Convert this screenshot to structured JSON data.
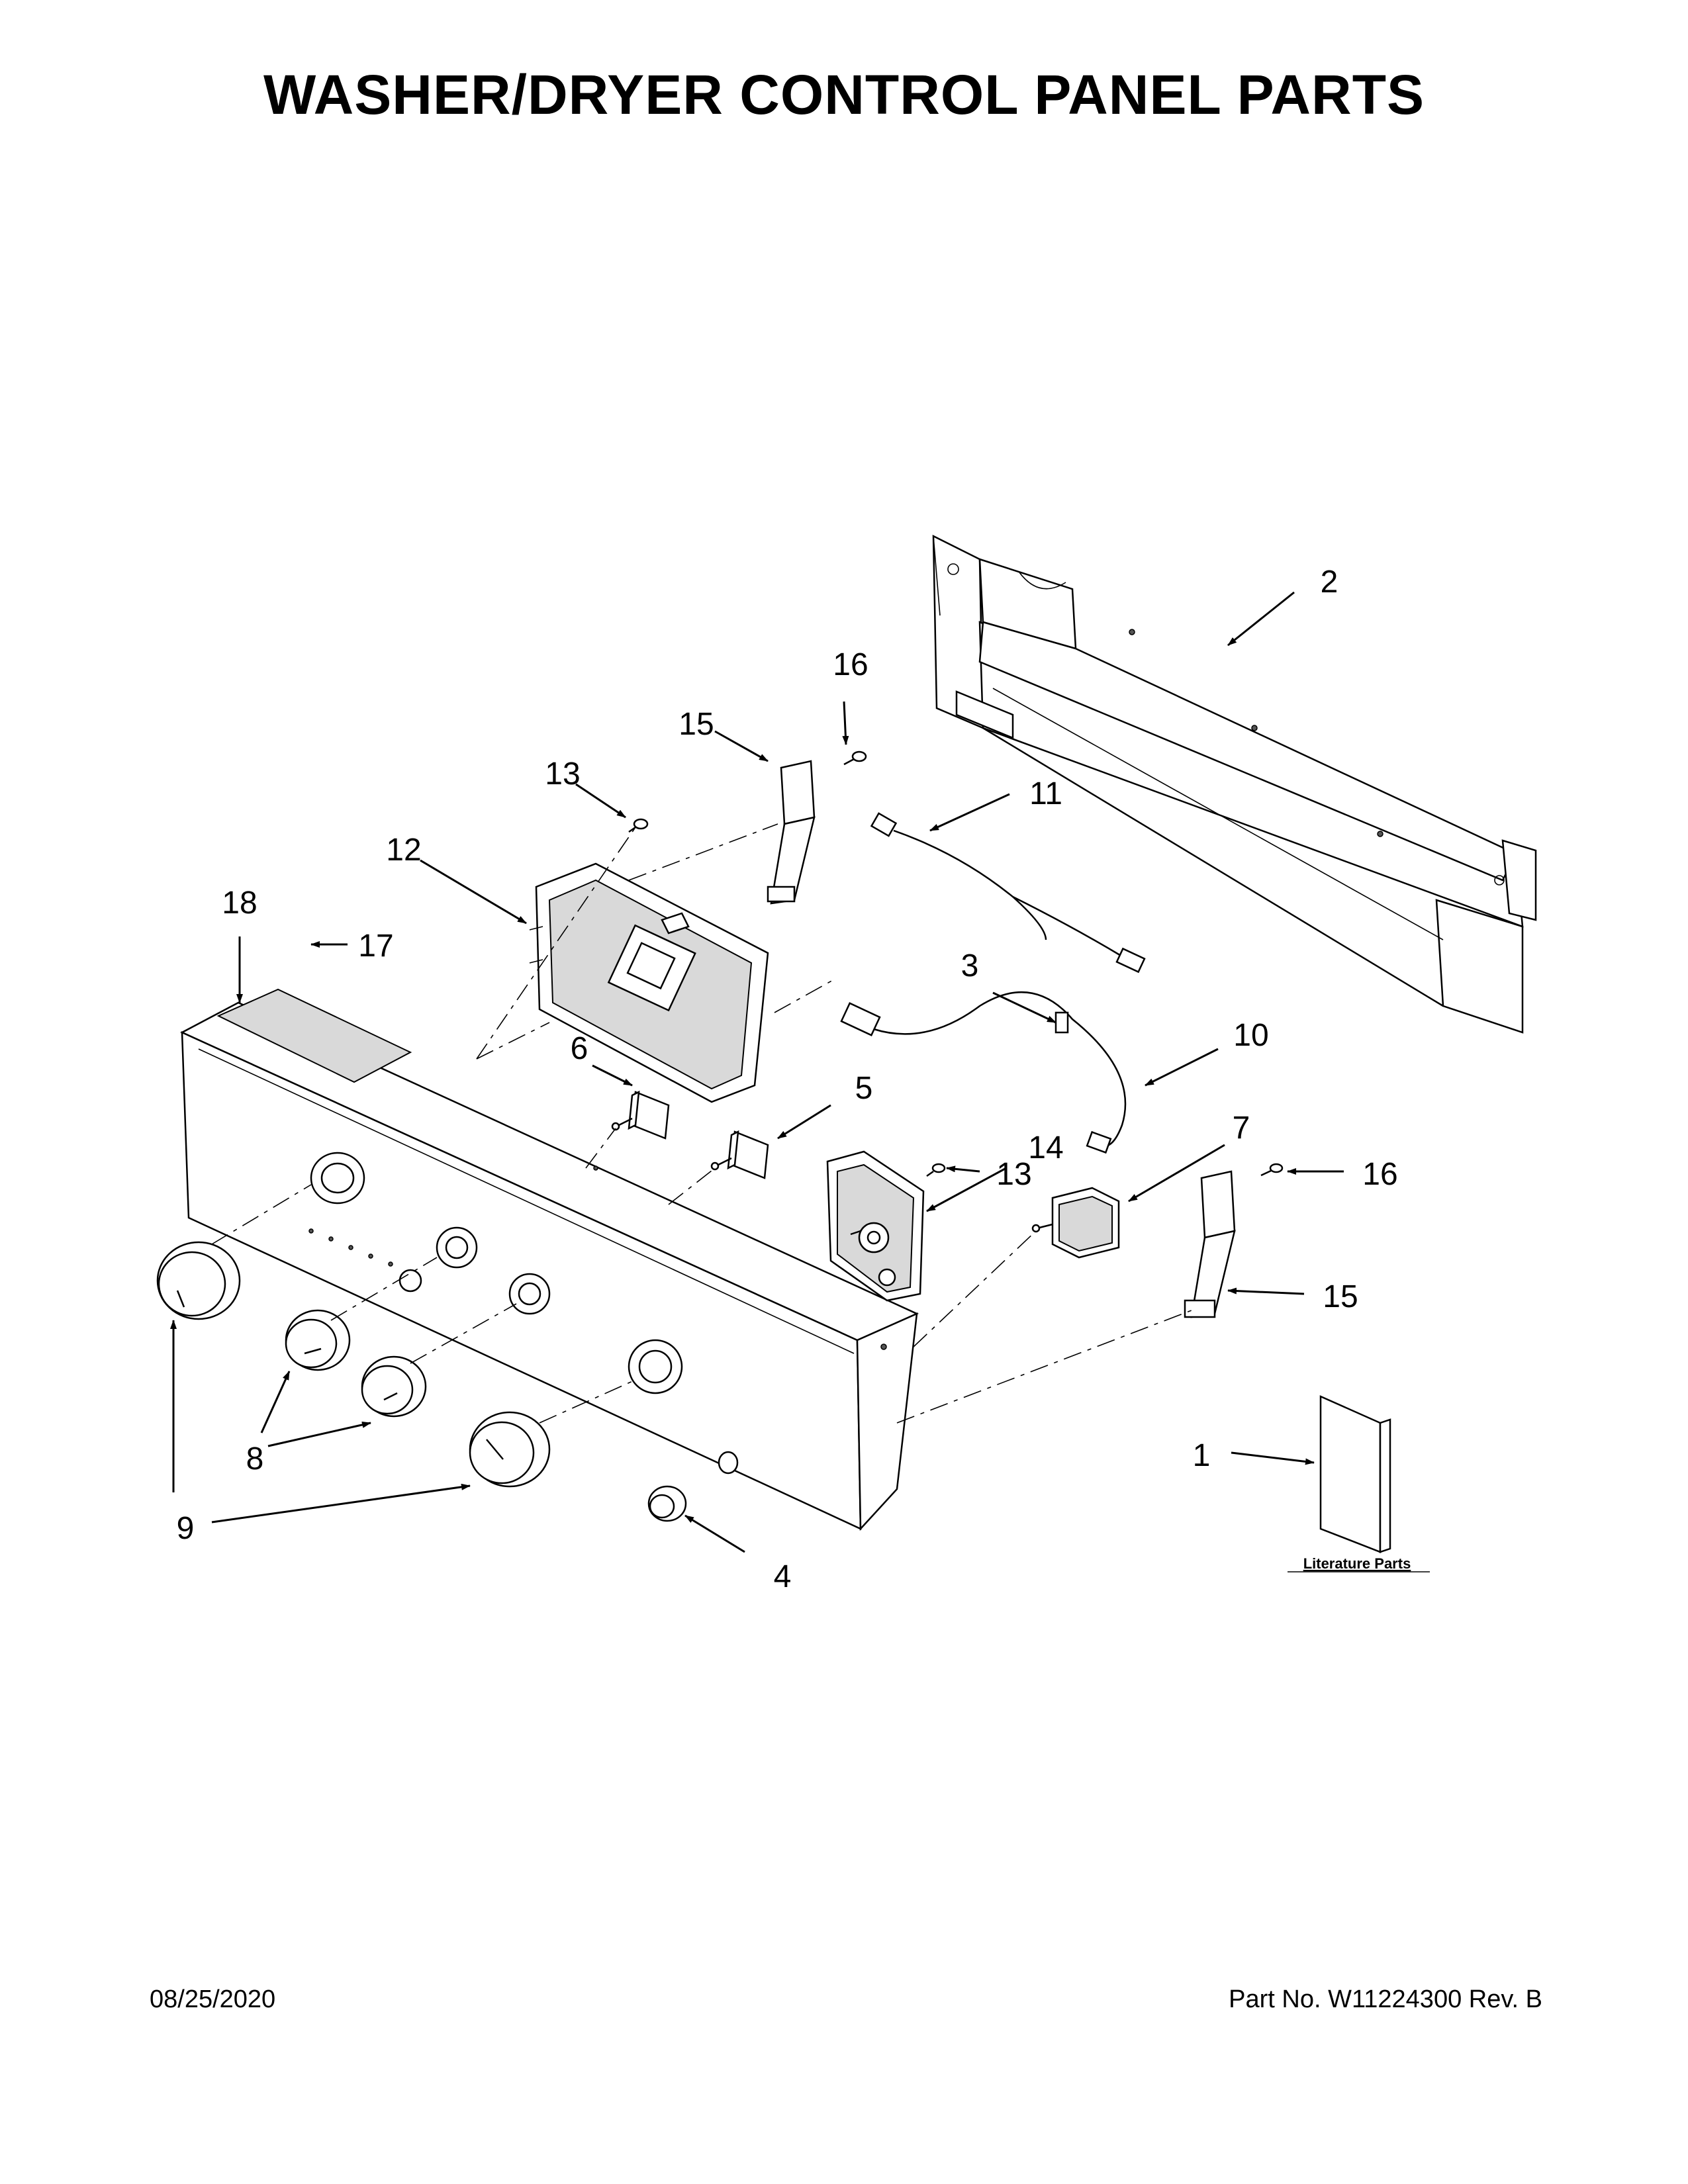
{
  "title": "WASHER/DRYER CONTROL PANEL PARTS",
  "footer": {
    "date": "08/25/2020",
    "part_number": "Part No.  W11224300  Rev.  B"
  },
  "literature_label": "Literature Parts",
  "callouts": [
    {
      "id": "c2",
      "label": "2"
    },
    {
      "id": "c16a",
      "label": "16"
    },
    {
      "id": "c15a",
      "label": "15"
    },
    {
      "id": "c11",
      "label": "11"
    },
    {
      "id": "c13a",
      "label": "13"
    },
    {
      "id": "c12",
      "label": "12"
    },
    {
      "id": "c18",
      "label": "18"
    },
    {
      "id": "c17",
      "label": "17"
    },
    {
      "id": "c3",
      "label": "3"
    },
    {
      "id": "c10",
      "label": "10"
    },
    {
      "id": "c6",
      "label": "6"
    },
    {
      "id": "c5",
      "label": "5"
    },
    {
      "id": "c13b",
      "label": "13"
    },
    {
      "id": "c14",
      "label": "14"
    },
    {
      "id": "c7",
      "label": "7"
    },
    {
      "id": "c16b",
      "label": "16"
    },
    {
      "id": "c15b",
      "label": "15"
    },
    {
      "id": "c1",
      "label": "1"
    },
    {
      "id": "c8",
      "label": "8"
    },
    {
      "id": "c9",
      "label": "9"
    },
    {
      "id": "c4",
      "label": "4"
    }
  ]
}
